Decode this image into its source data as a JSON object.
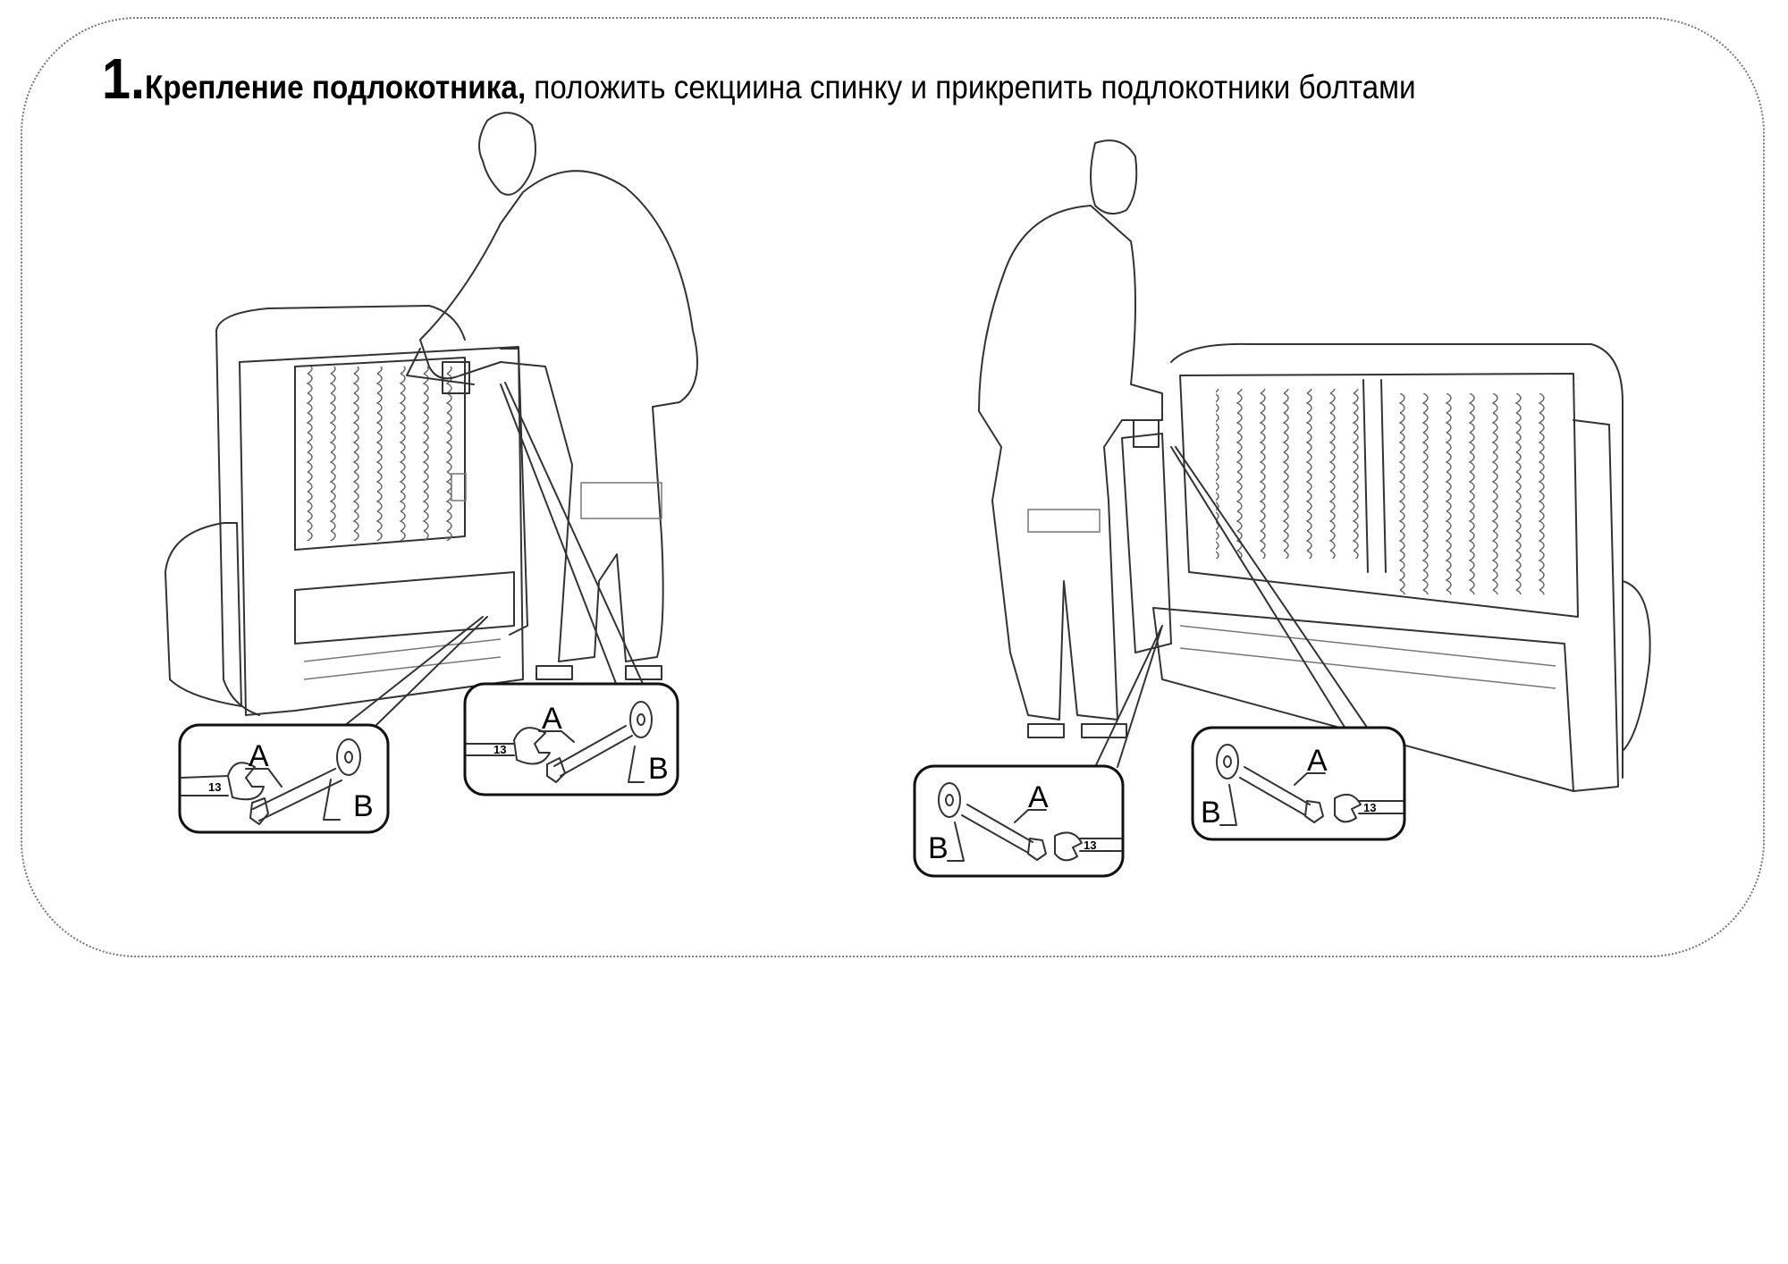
{
  "title": {
    "number": "1.",
    "bold": "Крепление подлокотника,",
    "rest": "положить секциина спинку и прикрепить подлокотники болтами"
  },
  "callouts": [
    {
      "bolt_label": "A",
      "washer_label": "B",
      "wrench_size": "13"
    },
    {
      "bolt_label": "A",
      "washer_label": "B",
      "wrench_size": "13"
    },
    {
      "bolt_label": "A",
      "washer_label": "B",
      "wrench_size": "13"
    },
    {
      "bolt_label": "A",
      "washer_label": "B",
      "wrench_size": "13"
    }
  ]
}
